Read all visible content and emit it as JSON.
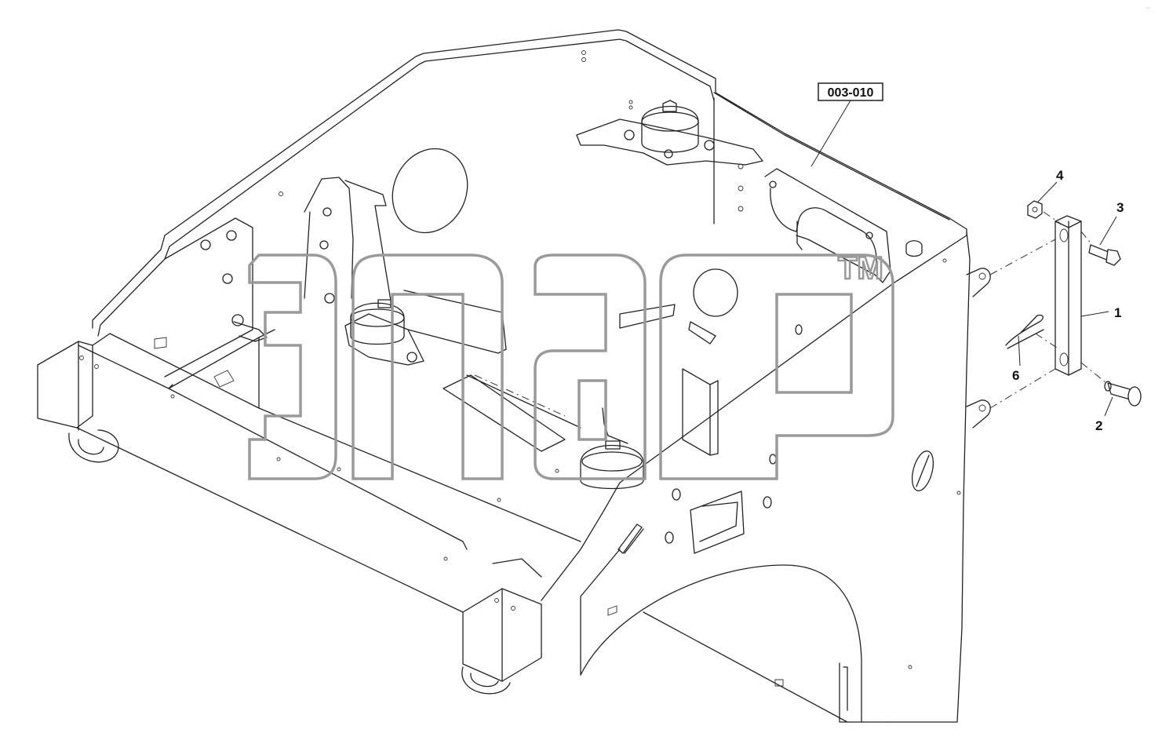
{
  "reference_label": "003-010",
  "callouts": [
    {
      "id": "1",
      "label": "1"
    },
    {
      "id": "2",
      "label": "2"
    },
    {
      "id": "3",
      "label": "3"
    },
    {
      "id": "4",
      "label": "4"
    },
    {
      "id": "6",
      "label": "6"
    }
  ],
  "watermark": {
    "text": "эпар",
    "trademark": "TM"
  },
  "corner_mark": "···"
}
